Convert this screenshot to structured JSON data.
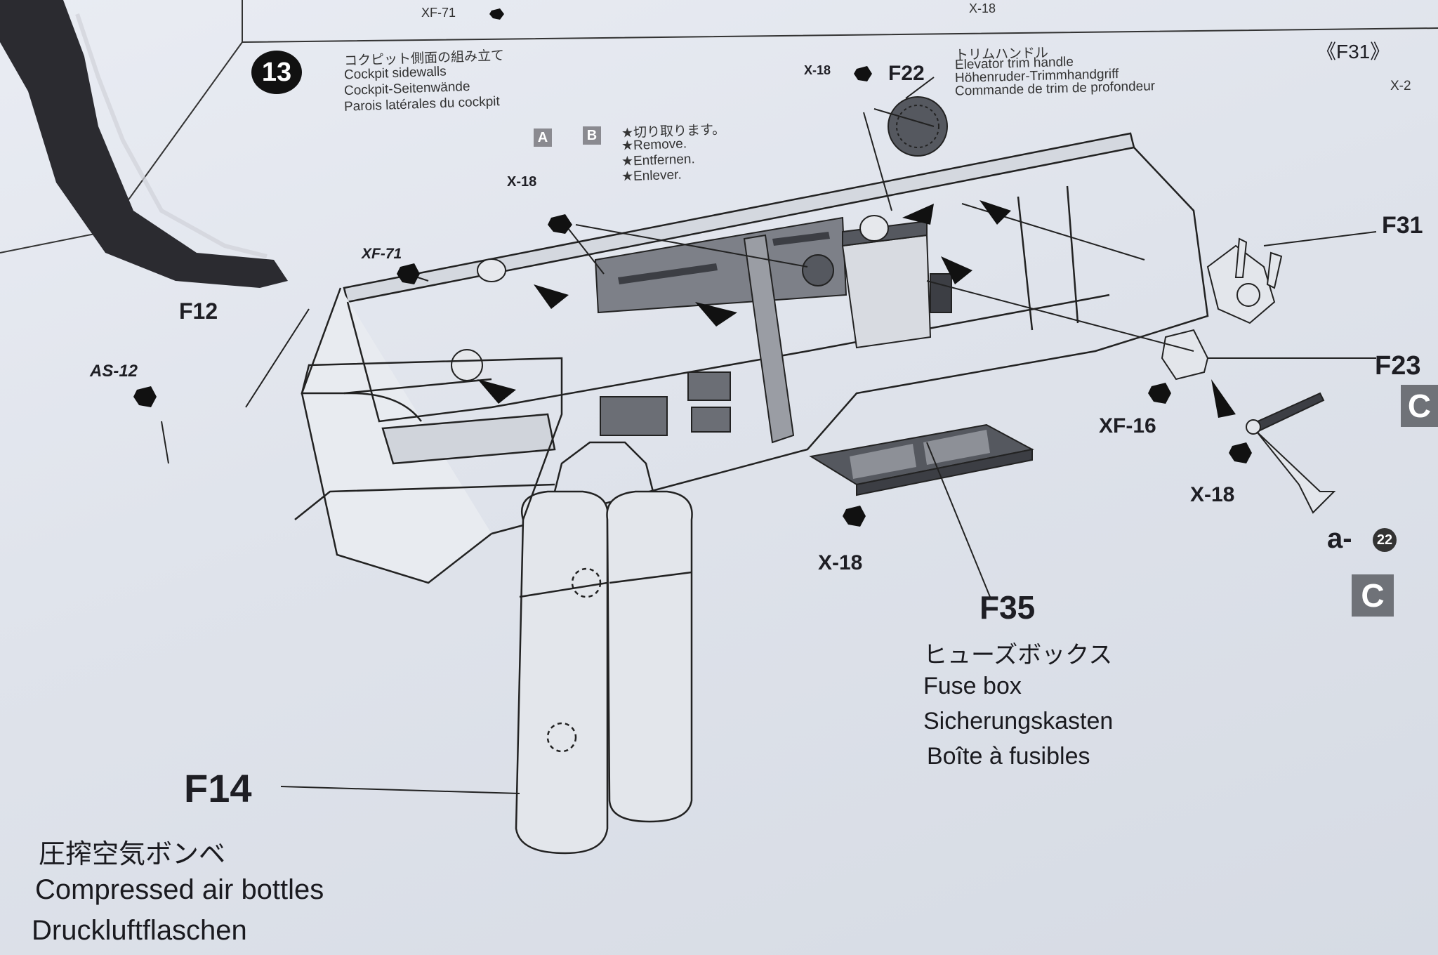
{
  "step": {
    "number": "13",
    "title_ja": "コクピット側面の組み立て",
    "title_en": "Cockpit sidewalls",
    "title_de": "Cockpit-Seitenwände",
    "title_fr": "Parois latérales du cockpit"
  },
  "remove_note": {
    "tag_a": "A",
    "tag_b": "B",
    "ja": "★切り取ります。",
    "en": "★Remove.",
    "de": "★Entfernen.",
    "fr": "★Enlever."
  },
  "trim_handle": {
    "ja": "トリムハンドル",
    "en": "Elevator trim handle",
    "de": "Höhenruder-Trimmhandgriff",
    "fr": "Commande de trim de profondeur"
  },
  "parts": {
    "f22": "F22",
    "f22_paint": "X-18",
    "f31": "F31",
    "f31_bracket": "《F31》",
    "f23": "F23",
    "f12": "F12",
    "f14": "F14",
    "f35": "F35",
    "top_left_paint": "XF-71",
    "top_right_paint": "X-18",
    "x2_fragment": "X-2",
    "x18_top": "X-18",
    "xf71": "XF-71",
    "as12": "AS-12",
    "xf16": "XF-16",
    "x18_right": "X-18",
    "x18_fuse": "X-18",
    "a_ref": "a-",
    "a_ref_num": "22",
    "c_tag_1": "C",
    "c_tag_2": "C"
  },
  "fuse_box": {
    "ja": "ヒューズボックス",
    "en": "Fuse box",
    "de": "Sicherungskasten",
    "fr": "Boîte à fusibles"
  },
  "air_bottles": {
    "ja": "圧搾空気ボンベ",
    "en": "Compressed air bottles",
    "de": "Druckluftflaschen"
  },
  "colors": {
    "paper": "#e4e8ef",
    "ink": "#1e1e24",
    "gray_part": "#7d8088",
    "dark_part": "#3c3e44"
  }
}
